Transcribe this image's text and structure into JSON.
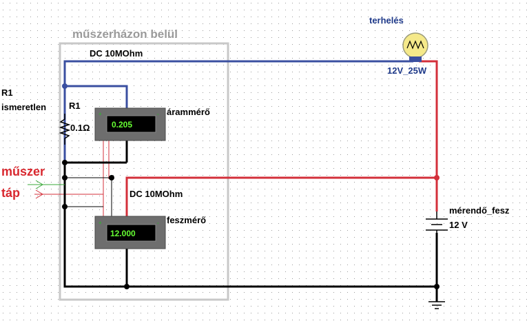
{
  "colors": {
    "wire_blue": "#3a4fa0",
    "wire_red": "#d32f3a",
    "wire_black": "#000000",
    "wire_green": "#3aa83a",
    "box_gray": "#c8c8c8",
    "meter_body": "#6e6e6e",
    "display_bg": "#000000",
    "display_text": "#66ff33",
    "lamp_yellow": "#f5e98a"
  },
  "labels": {
    "enclosure": "műszerházon belül",
    "load": "terhelés",
    "lamp_rating": "12V_25W",
    "dc_top": "DC  10MOhm",
    "dc_mid": "DC  10MOhm",
    "r1_left": "R1",
    "r1_unknown": "ismeretlen",
    "r1_name": "R1",
    "r1_value": "0.1Ω",
    "ammeter": "árammérő",
    "voltmeter": "feszmérő",
    "supply_line1": "műszer",
    "supply_line2": "táp",
    "battery_name": "mérendő_fesz",
    "battery_value": "12 V"
  },
  "meters": {
    "ammeter_reading": "0.205",
    "voltmeter_reading": "12.000"
  },
  "icons": {
    "lamp": "lamp-icon",
    "battery": "battery-icon",
    "ground": "ground-icon",
    "resistor": "resistor-icon",
    "arrow": "arrow-icon"
  }
}
